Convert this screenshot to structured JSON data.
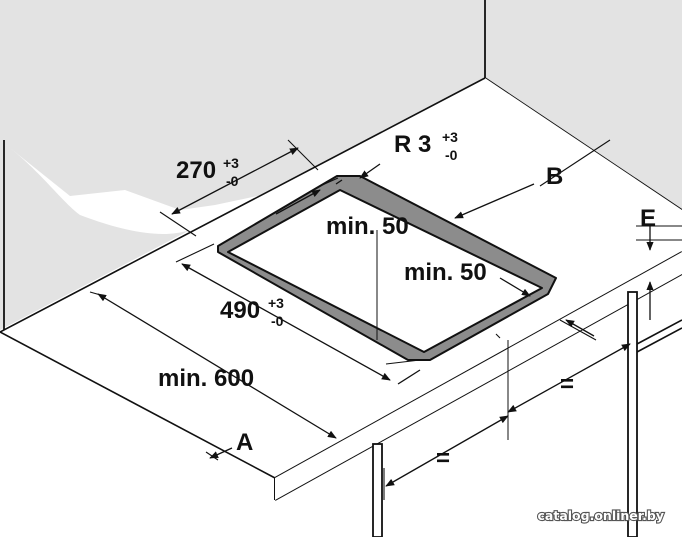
{
  "labels": {
    "r_main": "R 3",
    "r_sup": "+3",
    "r_sub": "-0",
    "w270_main": "270",
    "w270_sup": "+3",
    "w270_sub": "-0",
    "w490_main": "490",
    "w490_sup": "+3",
    "w490_sub": "-0",
    "min50_top": "min. 50",
    "min50_right": "min. 50",
    "min600": "min. 600",
    "a": "A",
    "b": "B",
    "e": "E",
    "eq1": "=",
    "eq2": "="
  },
  "watermark": "catalog.onliner.by",
  "colors": {
    "ink": "#111111",
    "shade": "#e3e3e3",
    "cutout_rim": "#8c8c8c",
    "cutout_inner": "#ffffff"
  }
}
